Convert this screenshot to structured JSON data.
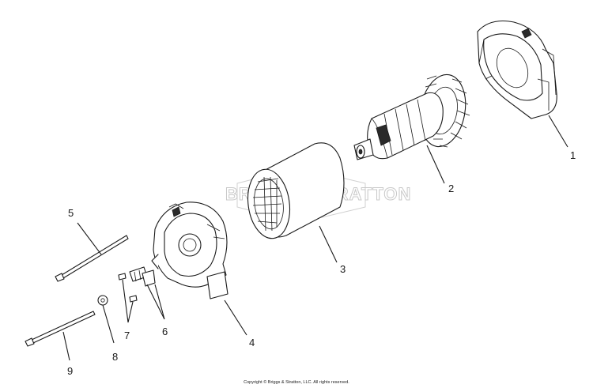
{
  "watermark": "BRIGGS&STRATTON",
  "copyright": "Copyright © Briggs & Stratton, LLC. All rights reserved.",
  "callouts": {
    "c1": "1",
    "c2": "2",
    "c3": "3",
    "c4": "4",
    "c5": "5",
    "c6": "6",
    "c7": "7",
    "c8": "8",
    "c9": "9"
  }
}
